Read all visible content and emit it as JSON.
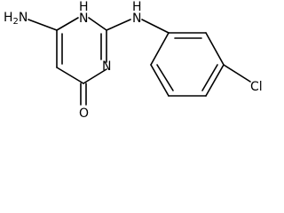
{
  "labels": {
    "amino": "H2N",
    "amino_h": "H",
    "amino_2": "2",
    "amino_n": "N",
    "ring_nh_h": "H",
    "ring_nh_n": "N",
    "ring_n": "N",
    "carbonyl_o": "O",
    "linker_nh_h": "H",
    "linker_nh_n": "N",
    "chlorine": "Cl"
  },
  "colors": {
    "bond": "#000000",
    "text": "#000000",
    "background": "#ffffff"
  }
}
